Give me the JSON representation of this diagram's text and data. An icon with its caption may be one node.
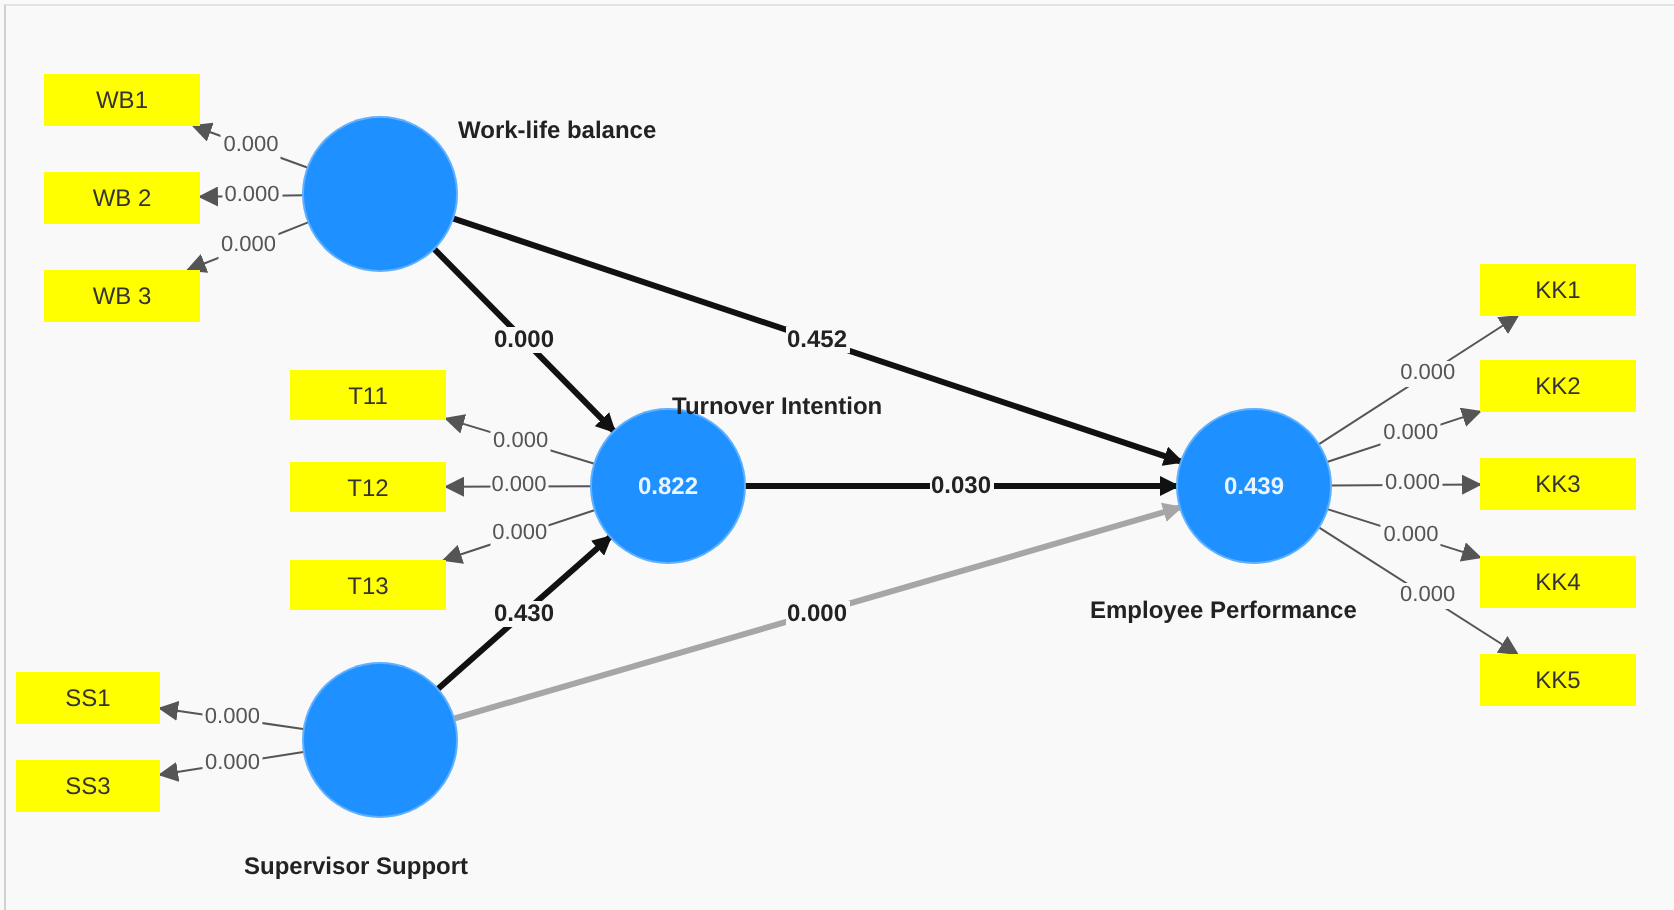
{
  "diagram": {
    "nodes": [
      {
        "text": [
          "Work-life balance"
        ]
      },
      {
        "text": [
          "WB1"
        ]
      },
      {
        "text": [
          "WB 2"
        ]
      },
      {
        "text": [
          "WB 3"
        ]
      },
      {
        "text": [
          "Turnover Intention",
          "0.822"
        ]
      },
      {
        "text": [
          "T11"
        ]
      },
      {
        "text": [
          "T12"
        ]
      },
      {
        "text": [
          "T13"
        ]
      },
      {
        "text": [
          "0.439",
          "Employee Performance"
        ]
      },
      {
        "text": [
          "KK1"
        ]
      },
      {
        "text": [
          "KK2"
        ]
      },
      {
        "text": [
          "KK3"
        ]
      },
      {
        "text": [
          "KK4"
        ]
      },
      {
        "text": [
          "KK5"
        ]
      },
      {
        "text": [
          "Supervisor Support"
        ]
      },
      {
        "text": [
          "SS1"
        ]
      },
      {
        "text": [
          "SS3"
        ]
      }
    ],
    "edges": [
      {
        "from": 0,
        "to": 1,
        "arrow": "to",
        "label": "0.000"
      },
      {
        "from": 0,
        "to": 2,
        "arrow": "to",
        "label": "0.000"
      },
      {
        "from": 0,
        "to": 3,
        "arrow": "to",
        "label": "0.000"
      },
      {
        "from": 0,
        "to": 4,
        "arrow": "to",
        "label": "0.000",
        "style": "thick",
        "color": "#111111"
      },
      {
        "from": 0,
        "to": 8,
        "arrow": "to",
        "label": "0.452",
        "style": "thick",
        "color": "#111111"
      },
      {
        "from": 4,
        "to": 5,
        "arrow": "to",
        "label": "0.000"
      },
      {
        "from": 4,
        "to": 6,
        "arrow": "to",
        "label": "0.000"
      },
      {
        "from": 4,
        "to": 7,
        "arrow": "to",
        "label": "0.000"
      },
      {
        "from": 4,
        "to": 8,
        "arrow": "to",
        "label": "0.030",
        "style": "thick",
        "color": "#111111"
      },
      {
        "from": 14,
        "to": 4,
        "arrow": "to",
        "label": "0.430",
        "style": "thick",
        "color": "#111111"
      },
      {
        "from": 14,
        "to": 8,
        "arrow": "to",
        "label": "0.000",
        "style": "thick",
        "color": "#a6a6a6"
      },
      {
        "from": 14,
        "to": 15,
        "arrow": "to",
        "label": "0.000"
      },
      {
        "from": 14,
        "to": 16,
        "arrow": "to",
        "label": "0.000"
      },
      {
        "from": 8,
        "to": 9,
        "arrow": "to",
        "label": "0.000"
      },
      {
        "from": 8,
        "to": 10,
        "arrow": "to",
        "label": "0.000"
      },
      {
        "from": 8,
        "to": 11,
        "arrow": "to",
        "label": "0.000"
      },
      {
        "from": 8,
        "to": 12,
        "arrow": "to",
        "label": "0.000"
      },
      {
        "from": 8,
        "to": 13,
        "arrow": "to",
        "label": "0.000"
      }
    ]
  }
}
